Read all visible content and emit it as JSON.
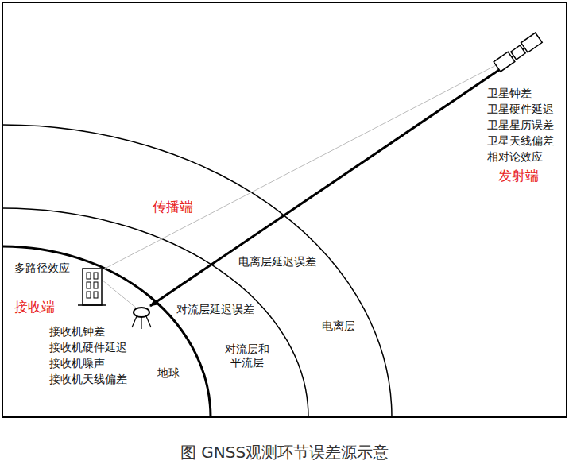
{
  "diagram": {
    "caption": "图 GNSS观测环节误差源示意",
    "labels": [
      "卫星钟差",
      "卫星硬件延迟",
      "卫星星历误差",
      "卫星天线偏差",
      "相对论效应",
      "发射端",
      "传播端",
      "电离层延迟误差",
      "对流层延迟误差",
      "多路径效应",
      "接收端",
      "接收机钟差",
      "接收机硬件延迟",
      "接收机噪声",
      "接收机天线偏差",
      "地球",
      "对流层和 平流层",
      "电离层"
    ]
  }
}
